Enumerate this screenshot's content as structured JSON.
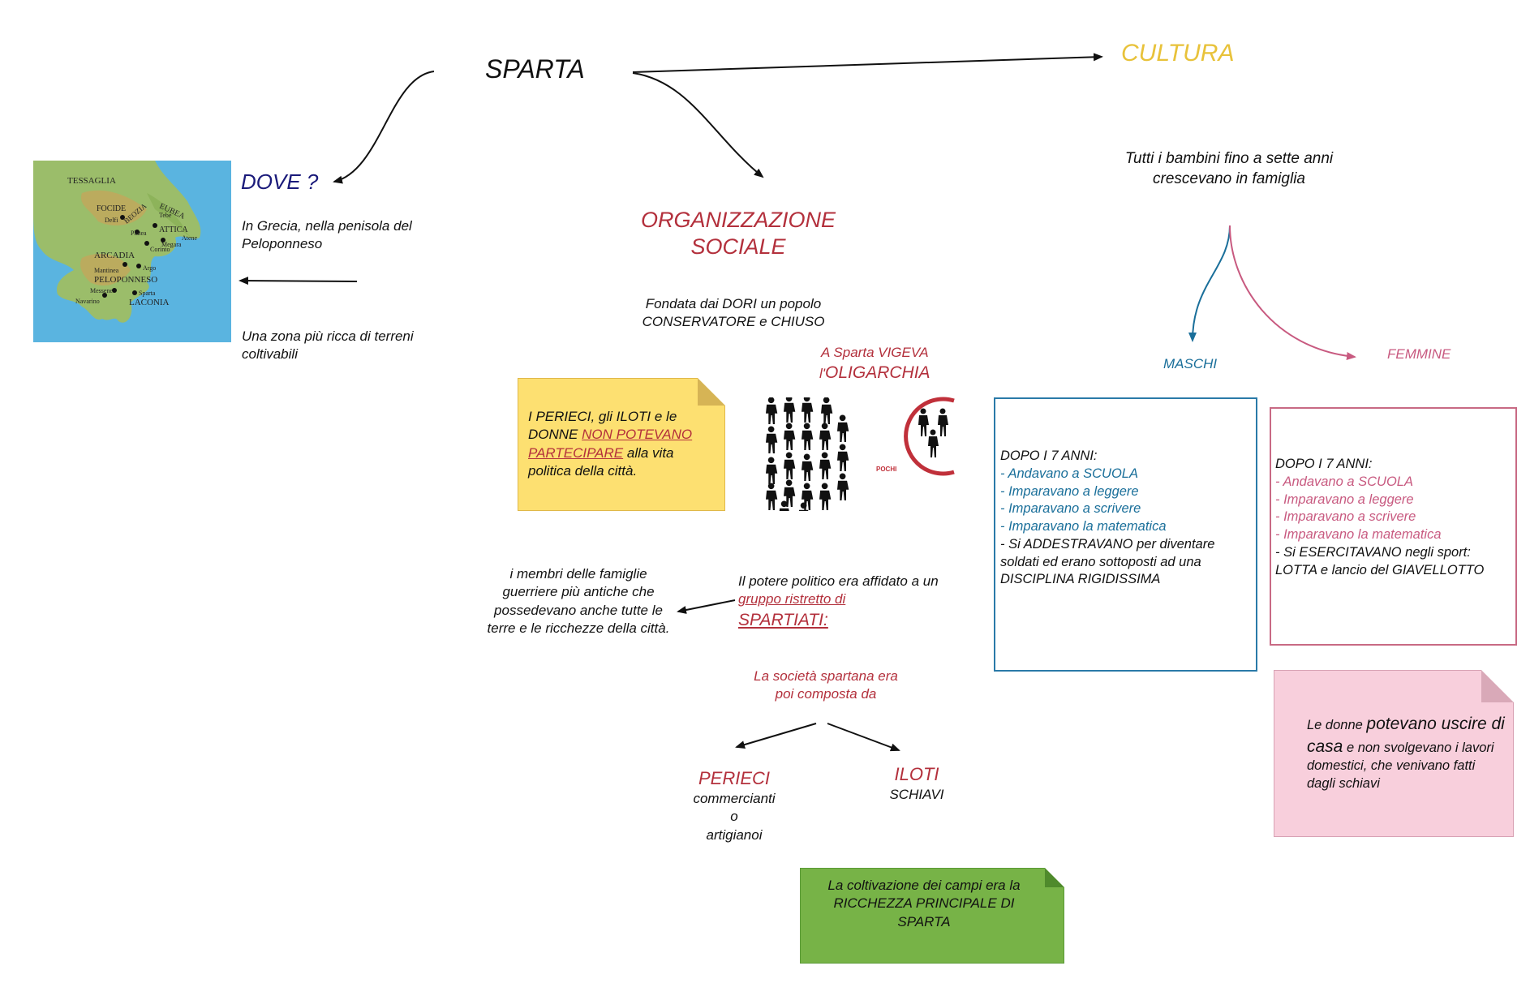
{
  "title": "SPARTA",
  "dove": {
    "heading": "DOVE ?",
    "text1": "In Grecia, nella penisola del Peloponneso",
    "text2": "Una zona più ricca di terreni coltivabili",
    "map_labels": [
      "TESSAGLIA",
      "FOCIDE",
      "Delfi",
      "BEOZIA",
      "EUBEA",
      "Tebe",
      "Platea",
      "ATTICA",
      "Atene",
      "Megara",
      "Corinto",
      "ARCADIA",
      "Argo",
      "Mantinea",
      "PELOPONNESO",
      "Messene",
      "Sparta",
      "Navarino",
      "LACONIA"
    ]
  },
  "organizzazione": {
    "heading_line1": "ORGANIZZAZIONE",
    "heading_line2": "SOCIALE",
    "fondata": "Fondata dai DORI un popolo CONSERVATORE e CHIUSO",
    "vigeva_prefix": "A Sparta VIGEVA",
    "vigeva_l": "l'",
    "oligarchia": "OLIGARCHIA",
    "pochi": "POCHI",
    "note_yellow": {
      "part1": "I PERIECI, gli ILOTI e le DONNE ",
      "underlined": "NON POTEVANO PARTECIPARE",
      "part2": " alla vita politica della città."
    },
    "potere": {
      "part1": "Il potere politico era affidato a un ",
      "underlined": "gruppo ristretto di",
      "spartiati": "SPARTIATI:"
    },
    "membri": "i membri delle famiglie guerriere più antiche che possedevano anche tutte le terre e le ricchezze della città.",
    "societa": "La società spartana era poi composta da",
    "perieci": {
      "title": "PERIECI",
      "line1": "commercianti",
      "line2": "o",
      "line3": "artigianoi"
    },
    "iloti": {
      "title": "ILOTI",
      "sub": "SCHIAVI"
    },
    "note_green": "La coltivazione dei campi era la RICCHEZZA PRINCIPALE DI SPARTA"
  },
  "cultura": {
    "heading": "CULTURA",
    "bambini": "Tutti i bambini fino a sette anni crescevano in famiglia",
    "maschi": {
      "label": "MASCHI",
      "intro": "DOPO I 7 ANNI:",
      "items": [
        "- Andavano a SCUOLA",
        "- Imparavano a leggere",
        "- Imparavano a scrivere",
        "- Imparavano la matematica"
      ],
      "extra": "- Si ADDESTRAVANO per diventare soldati ed erano sottoposti ad una DISCIPLINA RIGIDISSIMA"
    },
    "femmine": {
      "label": "FEMMINE",
      "intro": "DOPO I 7 ANNI:",
      "items": [
        "- Andavano a SCUOLA",
        "- Imparavano a leggere",
        "- Imparavano a scrivere",
        "- Imparavano la matematica"
      ],
      "extra": "- Si ESERCITAVANO negli sport: LOTTA e lancio del GIAVELLOTTO"
    },
    "note_pink": {
      "part1": "Le donne ",
      "big1": "potevano uscire di casa",
      "part2": " e non svolgevano i lavori domestici, che venivano fatti dagli schiavi"
    }
  },
  "colors": {
    "red": "#b3303c",
    "blue": "#1a6f9a",
    "pink": "#c85a80",
    "navy": "#1a1a7a",
    "gold": "#e8c23a",
    "note_yellow": "#fde071",
    "note_green": "#77b347",
    "note_pink": "#f8cfdc"
  }
}
